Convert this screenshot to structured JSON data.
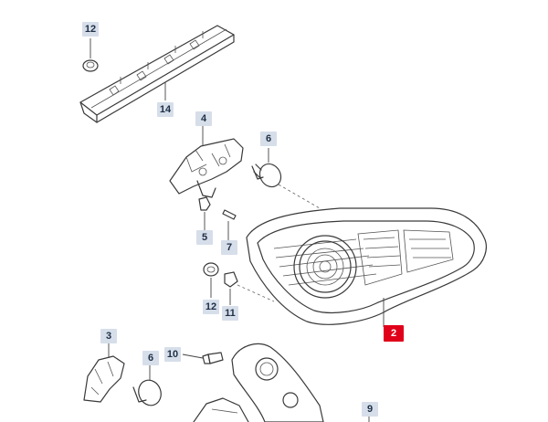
{
  "callouts": {
    "c12_top": "12",
    "c14": "14",
    "c4": "4",
    "c6_top": "6",
    "c5": "5",
    "c7": "7",
    "c2": "2",
    "c12_mid": "12",
    "c11": "11",
    "c3": "3",
    "c10": "10",
    "c6_bottom": "6",
    "c9": "9"
  },
  "colors": {
    "callout_bg": "#d6deea",
    "highlight_bg": "#e0001a",
    "line": "#3a3a3a"
  }
}
